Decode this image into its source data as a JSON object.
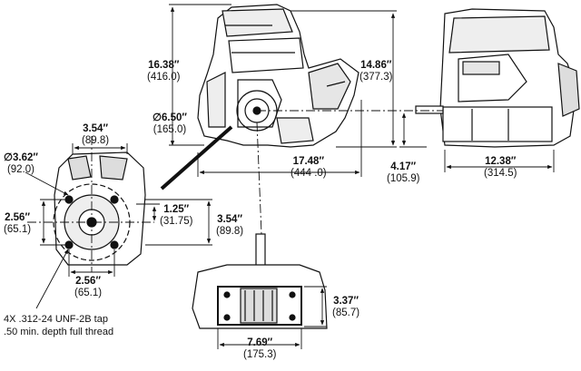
{
  "dimensions": [
    {
      "id": "d1638",
      "inch": "16.38″",
      "mm": "(416.0)"
    },
    {
      "id": "d1486",
      "inch": "14.86″",
      "mm": "(377.3)"
    },
    {
      "id": "d354a",
      "inch": "3.54″",
      "mm": "(89.8)"
    },
    {
      "id": "d650",
      "inch": "∅6.50″",
      "mm": "(165.0)"
    },
    {
      "id": "d1748",
      "inch": "17.48″",
      "mm": "(444 .0)"
    },
    {
      "id": "d417",
      "inch": "4.17″",
      "mm": "(105.9)"
    },
    {
      "id": "d1238",
      "inch": "12.38″",
      "mm": "(314.5)"
    },
    {
      "id": "d362",
      "inch": "∅3.62″",
      "mm": "(92.0)"
    },
    {
      "id": "d125",
      "inch": "1.25″",
      "mm": "(31.75)"
    },
    {
      "id": "d354b",
      "inch": "3.54″",
      "mm": "(89.8)"
    },
    {
      "id": "d256a",
      "inch": "2.56″",
      "mm": "(65.1)"
    },
    {
      "id": "d256b",
      "inch": "2.56″",
      "mm": "(65.1)"
    },
    {
      "id": "d337",
      "inch": "3.37″",
      "mm": "(85.7)"
    },
    {
      "id": "d769",
      "inch": "7.69″",
      "mm": "(175.3)"
    }
  ],
  "notes": {
    "tap_line1": "4X .312-24 UNF-2B tap",
    "tap_line2": ".50 min. depth full thread"
  },
  "colors": {
    "line": "#111111",
    "fill": "#ffffff",
    "shade": "#d9d9d9"
  }
}
